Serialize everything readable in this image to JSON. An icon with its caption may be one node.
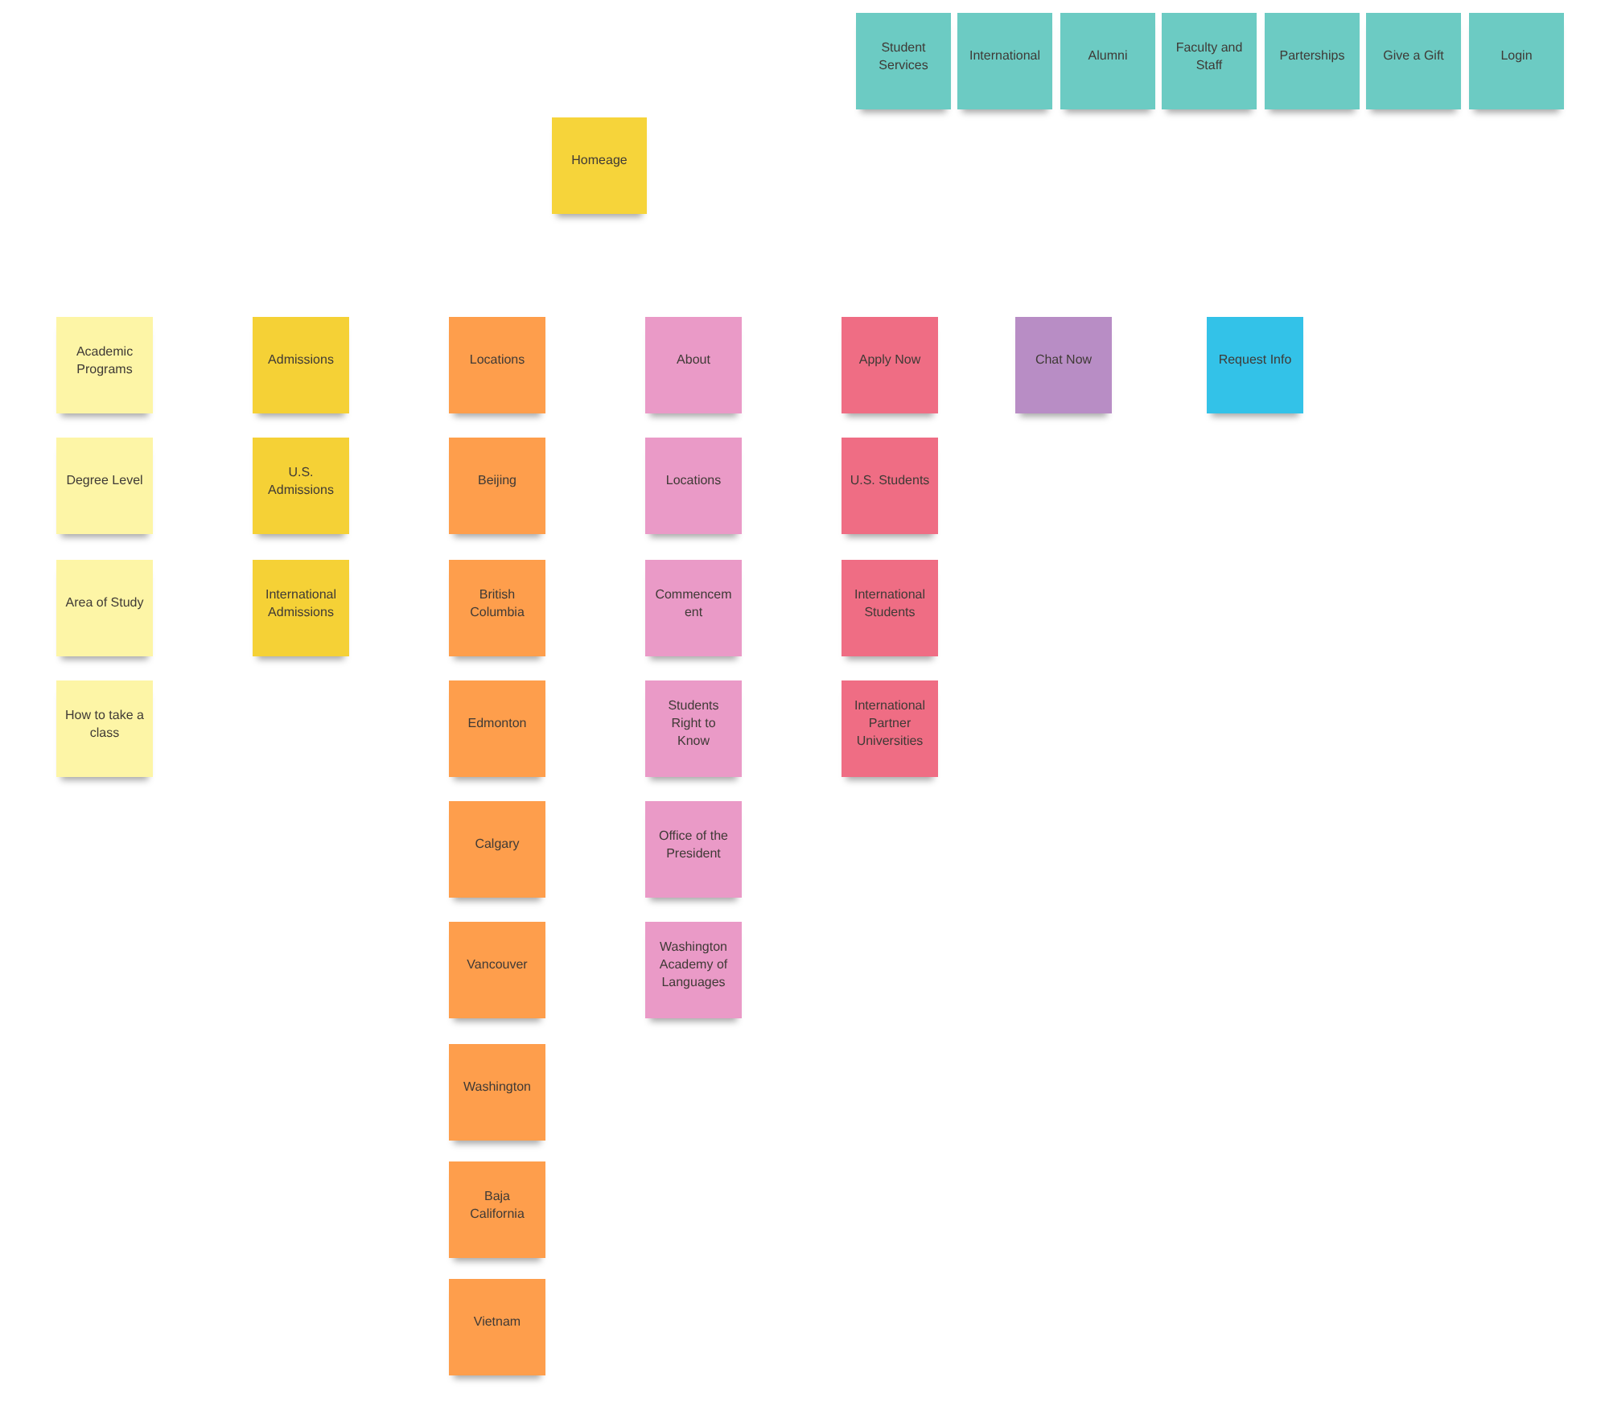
{
  "diagram": {
    "nodes": [
      {
        "text": [
          "Student Services"
        ]
      },
      {
        "text": [
          "International"
        ]
      },
      {
        "text": [
          "Alumni"
        ]
      },
      {
        "text": [
          "Faculty and Staff"
        ]
      },
      {
        "text": [
          "Parterships"
        ]
      },
      {
        "text": [
          "Give a Gift"
        ]
      },
      {
        "text": [
          "Login"
        ]
      },
      {
        "text": [
          "Homeage"
        ]
      },
      {
        "text": [
          "Academic Programs"
        ]
      },
      {
        "text": [
          "Degree Level"
        ]
      },
      {
        "text": [
          "Area of Study"
        ]
      },
      {
        "text": [
          "How to take a class"
        ]
      },
      {
        "text": [
          "Admissions"
        ]
      },
      {
        "text": [
          "U.S. Admissions"
        ]
      },
      {
        "text": [
          "International Admissions"
        ]
      },
      {
        "text": [
          "Locations"
        ]
      },
      {
        "text": [
          "Beijing"
        ]
      },
      {
        "text": [
          "British Columbia"
        ]
      },
      {
        "text": [
          "Edmonton"
        ]
      },
      {
        "text": [
          "Calgary"
        ]
      },
      {
        "text": [
          "Vancouver"
        ]
      },
      {
        "text": [
          "Washington"
        ]
      },
      {
        "text": [
          "Baja California"
        ]
      },
      {
        "text": [
          "Vietnam"
        ]
      },
      {
        "text": [
          "About"
        ]
      },
      {
        "text": [
          "Locations"
        ]
      },
      {
        "text": [
          "Commencement"
        ]
      },
      {
        "text": [
          "Students Right to Know"
        ]
      },
      {
        "text": [
          "Office of the President"
        ]
      },
      {
        "text": [
          "Washington Academy of Languages"
        ]
      },
      {
        "text": [
          "Apply Now"
        ]
      },
      {
        "text": [
          "U.S. Students"
        ]
      },
      {
        "text": [
          "International Students"
        ]
      },
      {
        "text": [
          "International Partner Universities"
        ]
      },
      {
        "text": [
          "Chat Now"
        ]
      },
      {
        "text": [
          "Request Info"
        ]
      }
    ]
  }
}
